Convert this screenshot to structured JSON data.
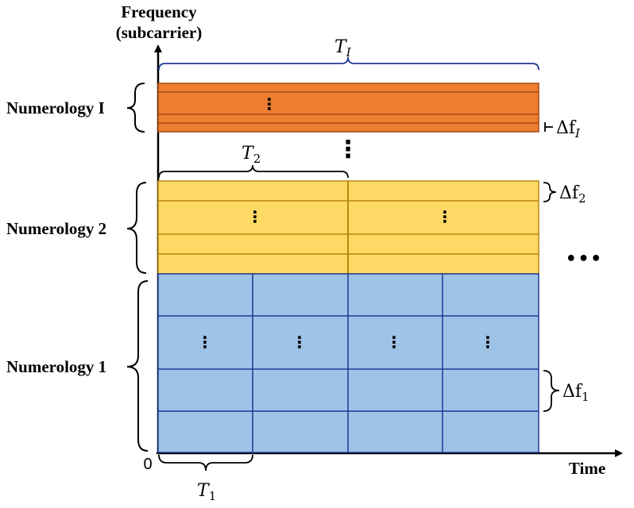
{
  "axes": {
    "y_title_line1": "Frequency",
    "y_title_line2": "(subcarrier)",
    "x_title": "Time",
    "origin": "0"
  },
  "groups": [
    {
      "key": "I",
      "label": "Numerology I",
      "color": "#ED7D31",
      "border": "#A64B12",
      "period": "T",
      "period_sub": "I",
      "spacing": "Δf",
      "spacing_sub": "I"
    },
    {
      "key": "2",
      "label": "Numerology 2",
      "color": "#FFD966",
      "border": "#B8860B",
      "period": "T",
      "period_sub": "2",
      "spacing": "Δf",
      "spacing_sub": "2"
    },
    {
      "key": "1",
      "label": "Numerology 1",
      "color": "#9DC3E6",
      "border": "#1F3A93",
      "period": "T",
      "period_sub": "1",
      "spacing": "Δf",
      "spacing_sub": "1"
    }
  ],
  "dots": {
    "vertical": "⋮",
    "horizontal": "• • •"
  }
}
